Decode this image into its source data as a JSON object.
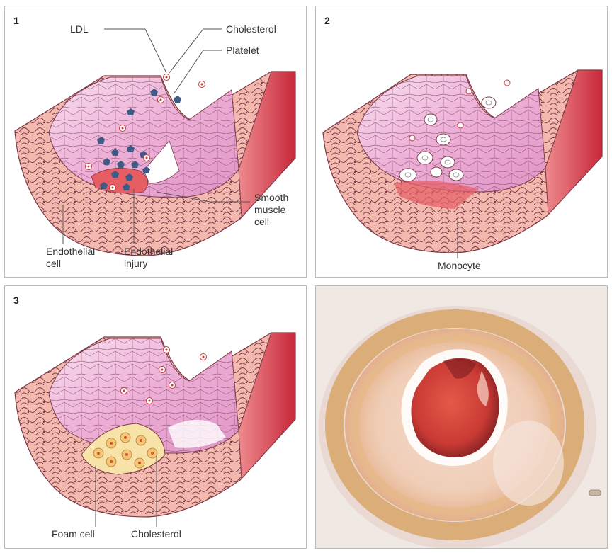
{
  "panels": {
    "p1": {
      "number": "1",
      "labels": {
        "ldl": "LDL",
        "cholesterol": "Cholesterol",
        "platelet": "Platelet",
        "smooth_muscle": "Smooth\nmuscle\ncell",
        "endothelial_cell": "Endothelial\ncell",
        "endothelial_injury": "Endothelial\ninjury"
      }
    },
    "p2": {
      "number": "2",
      "labels": {
        "monocyte": "Monocyte"
      }
    },
    "p3": {
      "number": "3",
      "labels": {
        "foam_cell": "Foam cell",
        "cholesterol": "Cholesterol"
      }
    }
  },
  "colors": {
    "outer_wall": "#f2b5ad",
    "outer_wall_dark": "#d84855",
    "intima": "#ecaed6",
    "intima_light": "#f8dcee",
    "cell_line": "#6b3848",
    "platelet": "#3f5a86",
    "cholesterol_dot": "#c83a3a",
    "foam": "#f2d98a",
    "tissue_bg": "#efe8e3",
    "lumen_red": "#d8473d"
  }
}
